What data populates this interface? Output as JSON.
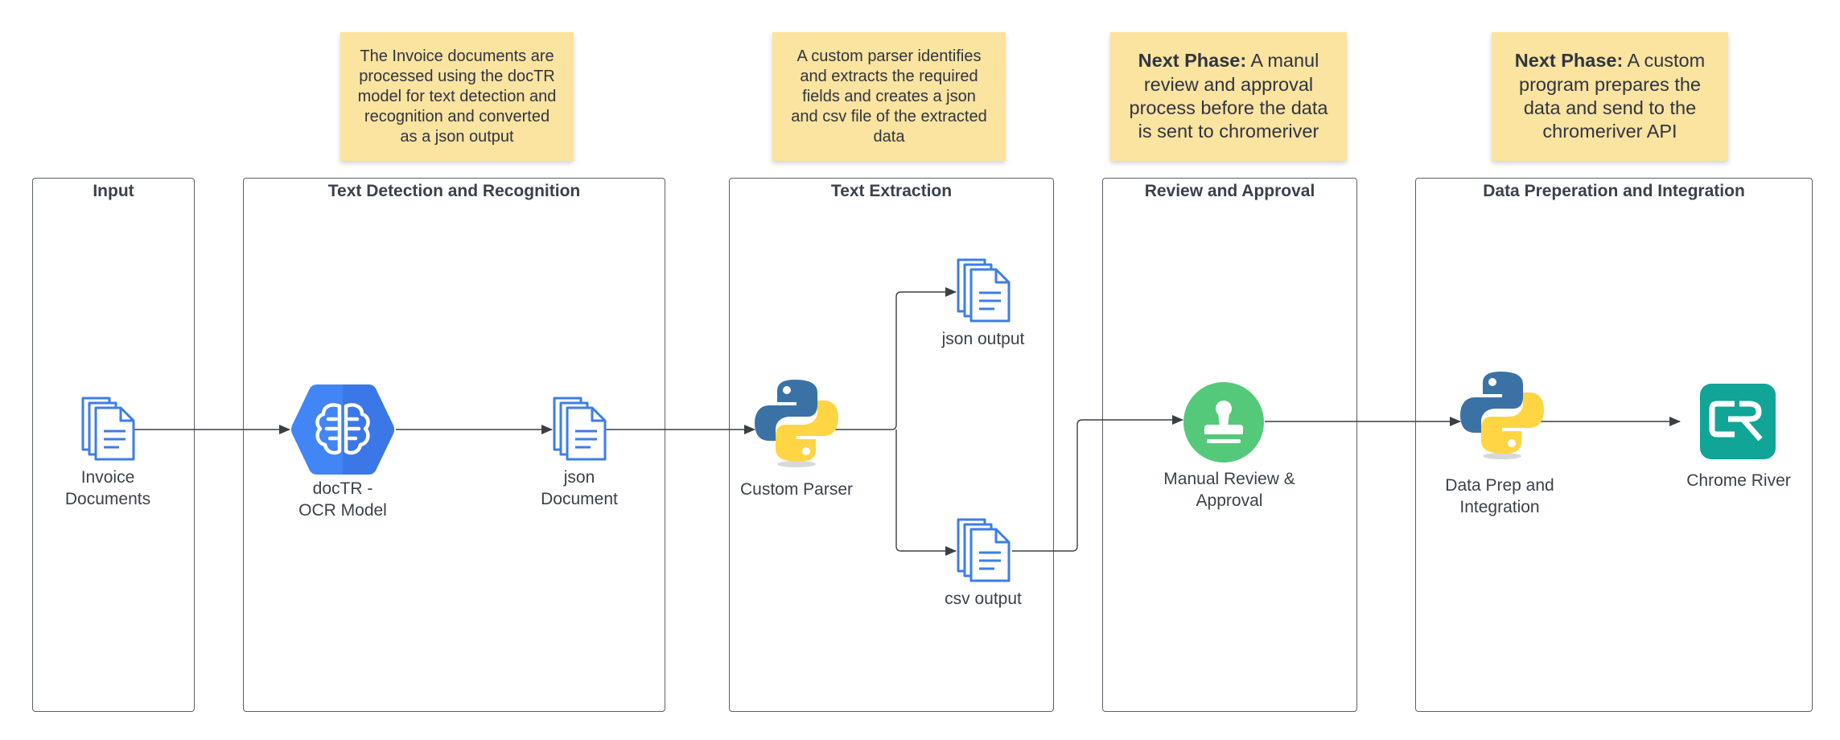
{
  "notes": {
    "n1": "The Invoice documents are processed using the docTR model for text detection and recognition and converted as a json output",
    "n2": "A custom parser identifies and extracts the required fields and creates a json and csv file of the extracted data",
    "n3_bold": "Next Phase:",
    "n3_text": " A manul review and approval process before the data is sent to chromeriver",
    "n4_bold": "Next Phase:",
    "n4_text": " A custom program prepares the data and send to the chromeriver API"
  },
  "lanes": {
    "input": "Input",
    "detection": "Text Detection and Recognition",
    "extraction": "Text Extraction",
    "review": "Review and Approval",
    "integration": "Data Preperation and Integration"
  },
  "nodes": {
    "invoice_l1": "Invoice",
    "invoice_l2": "Documents",
    "doctr_l1": "docTR -",
    "doctr_l2": "OCR Model",
    "json_doc_l1": "json",
    "json_doc_l2": "Document",
    "parser": "Custom Parser",
    "json_output": "json output",
    "csv_output": "csv output",
    "review_l1": "Manual Review &",
    "review_l2": "Approval",
    "dataprep_l1": "Data Prep and",
    "dataprep_l2": "Integration",
    "chrome_river": "Chrome River"
  },
  "colors": {
    "note_bg": "#fbe3a0",
    "doc_blue": "#3d7ee6",
    "gcp_blue": "#4285f4",
    "python_blue": "#3b72a6",
    "python_yellow": "#ffd543",
    "approval_green": "#55c97a",
    "chrome_river_teal": "#10a596"
  },
  "icons": [
    "documents-icon",
    "ai-brain-icon",
    "python-icon",
    "approval-stamp-icon",
    "chrome-river-logo"
  ]
}
